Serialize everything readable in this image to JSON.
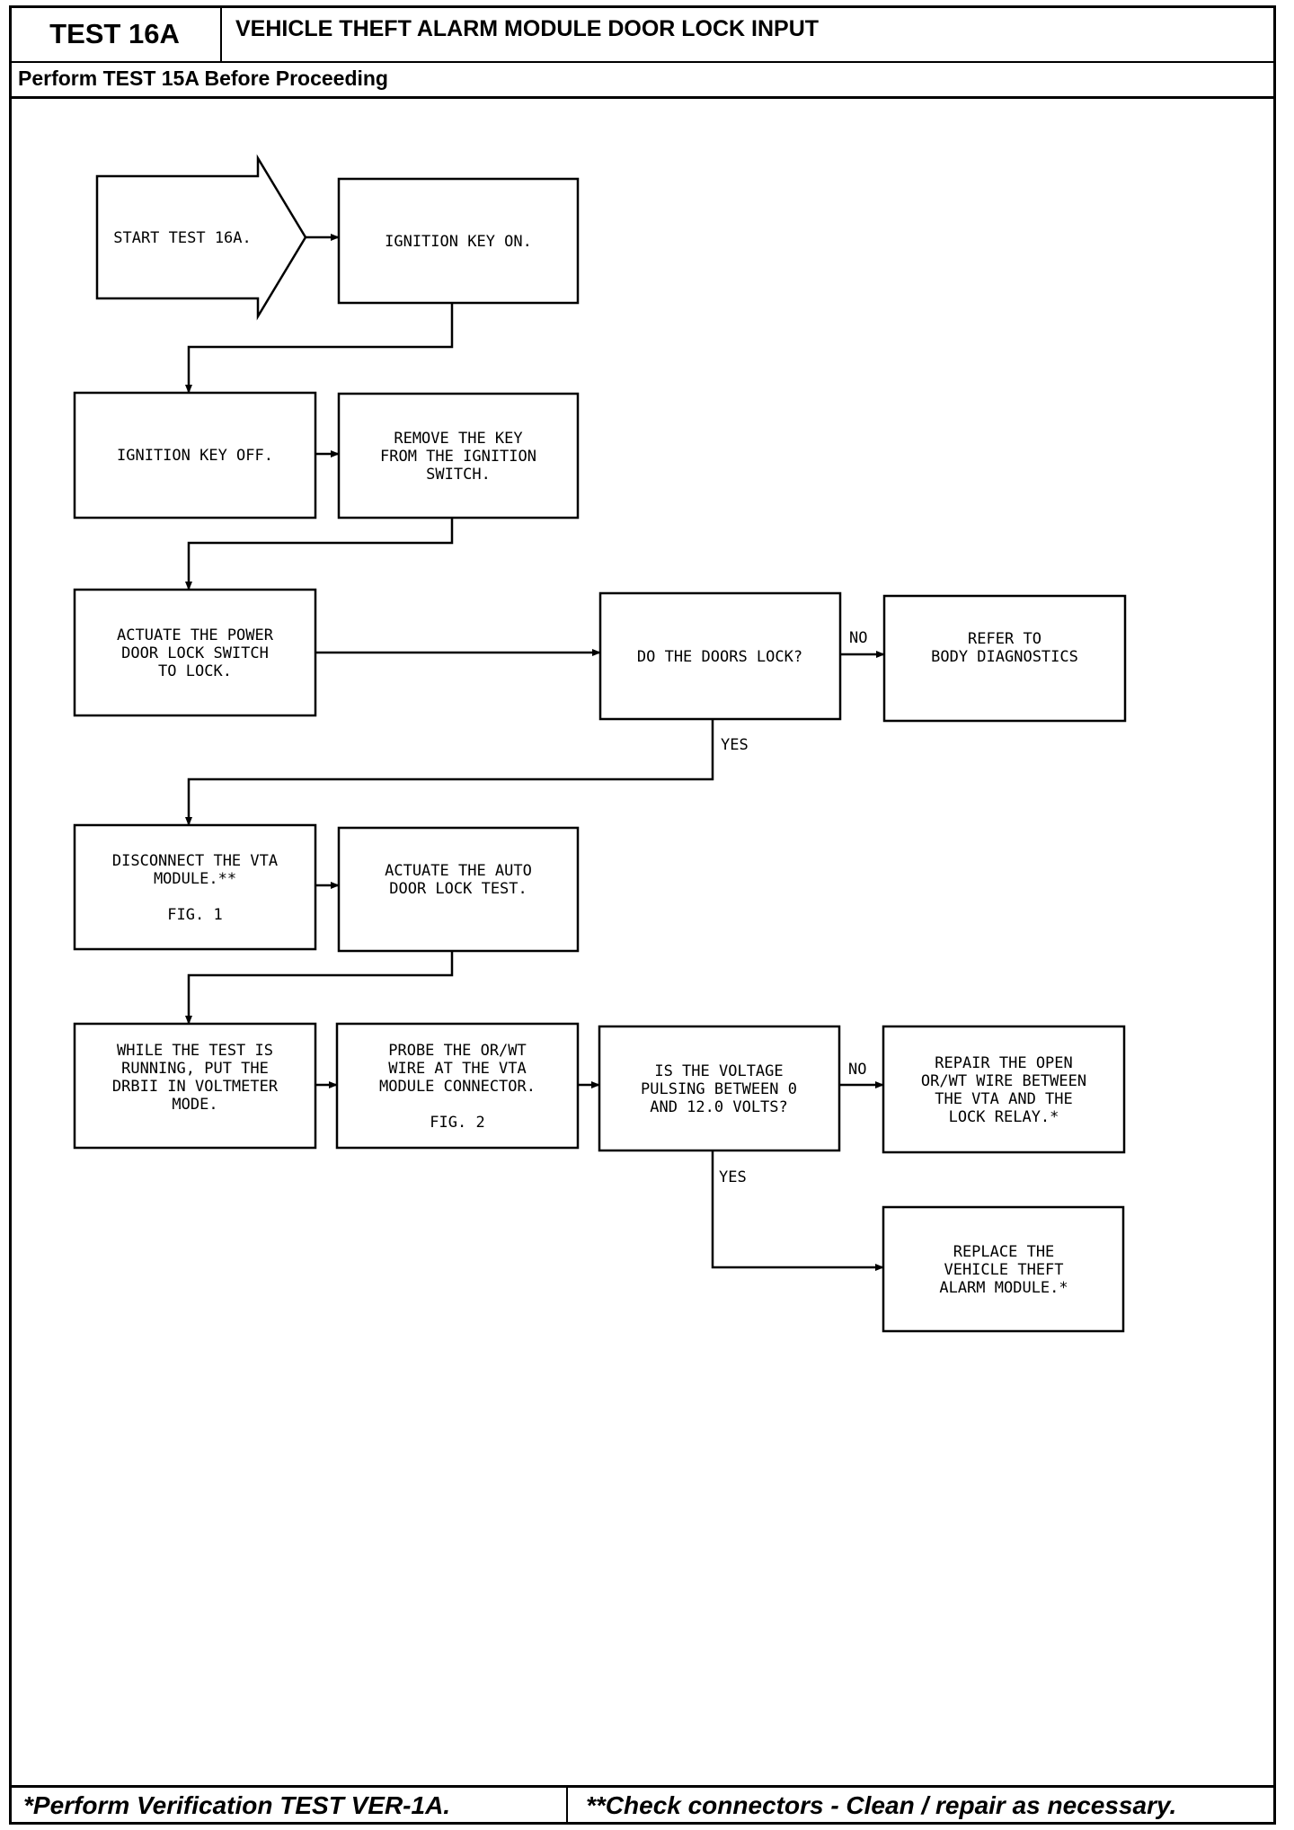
{
  "header": {
    "test_id": "TEST 16A",
    "title": "VEHICLE THEFT ALARM MODULE DOOR LOCK INPUT",
    "prerequisite": "Perform TEST 15A Before Proceeding"
  },
  "steps": {
    "start": [
      "START TEST 16A."
    ],
    "ign_on": [
      "IGNITION KEY ON."
    ],
    "ign_off": [
      "IGNITION KEY OFF."
    ],
    "remove_key": [
      "REMOVE THE KEY",
      "FROM THE IGNITION",
      "SWITCH."
    ],
    "actuate_lock": [
      "ACTUATE THE POWER",
      "DOOR LOCK SWITCH",
      "TO LOCK."
    ],
    "doors_lock_q": [
      "DO THE DOORS LOCK?"
    ],
    "body_diag": [
      "REFER TO",
      "BODY DIAGNOSTICS"
    ],
    "disconnect_vta": [
      "DISCONNECT THE VTA",
      "MODULE.**",
      "",
      "FIG. 1"
    ],
    "auto_lock_test": [
      "ACTUATE THE AUTO",
      "DOOR LOCK TEST."
    ],
    "while_running": [
      "WHILE THE TEST IS",
      "RUNNING, PUT THE",
      "DRBII IN VOLTMETER",
      "MODE."
    ],
    "probe_wire": [
      "PROBE THE OR/WT",
      "WIRE AT THE VTA",
      "MODULE CONNECTOR.",
      "",
      "FIG. 2"
    ],
    "voltage_q": [
      "IS THE VOLTAGE",
      "PULSING BETWEEN 0",
      "AND 12.0 VOLTS?"
    ],
    "repair_wire": [
      "REPAIR THE OPEN",
      "OR/WT WIRE BETWEEN",
      "THE VTA AND THE",
      "LOCK RELAY.*"
    ],
    "replace_module": [
      "REPLACE THE",
      "VEHICLE THEFT",
      "ALARM MODULE.*"
    ]
  },
  "branches": {
    "doors_no": "NO",
    "doors_yes": "YES",
    "voltage_no": "NO",
    "voltage_yes": "YES"
  },
  "footer": {
    "left_note": "*Perform Verification TEST VER-1A.",
    "right_note": "**Check connectors - Clean / repair as necessary."
  }
}
